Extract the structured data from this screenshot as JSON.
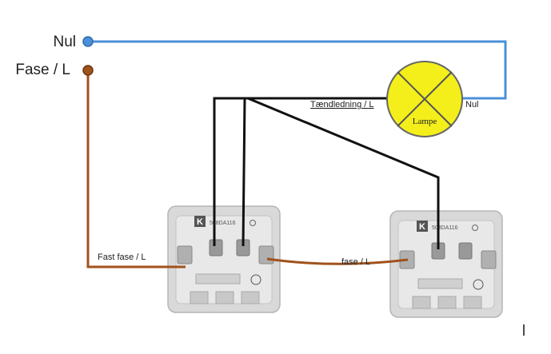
{
  "labels": {
    "nul_terminal": "Nul",
    "fase_terminal": "Fase / L",
    "taendledning": "Tændledning / L",
    "lamp_nul": "Nul",
    "lamp": "Lampe",
    "fast_fase": "Fast fase / L",
    "fase": "fase / L"
  },
  "switches": [
    {
      "brand": "K",
      "model": "508DA116"
    },
    {
      "brand": "K",
      "model": "508DA116"
    }
  ],
  "colors": {
    "nul_wire": "#4a90d9",
    "fase_wire": "#a0521c",
    "traveller_wire": "#111111",
    "lamp_fill": "#f4ef1a",
    "lamp_stroke": "#555555",
    "switch_body": "#dcdcdc"
  }
}
